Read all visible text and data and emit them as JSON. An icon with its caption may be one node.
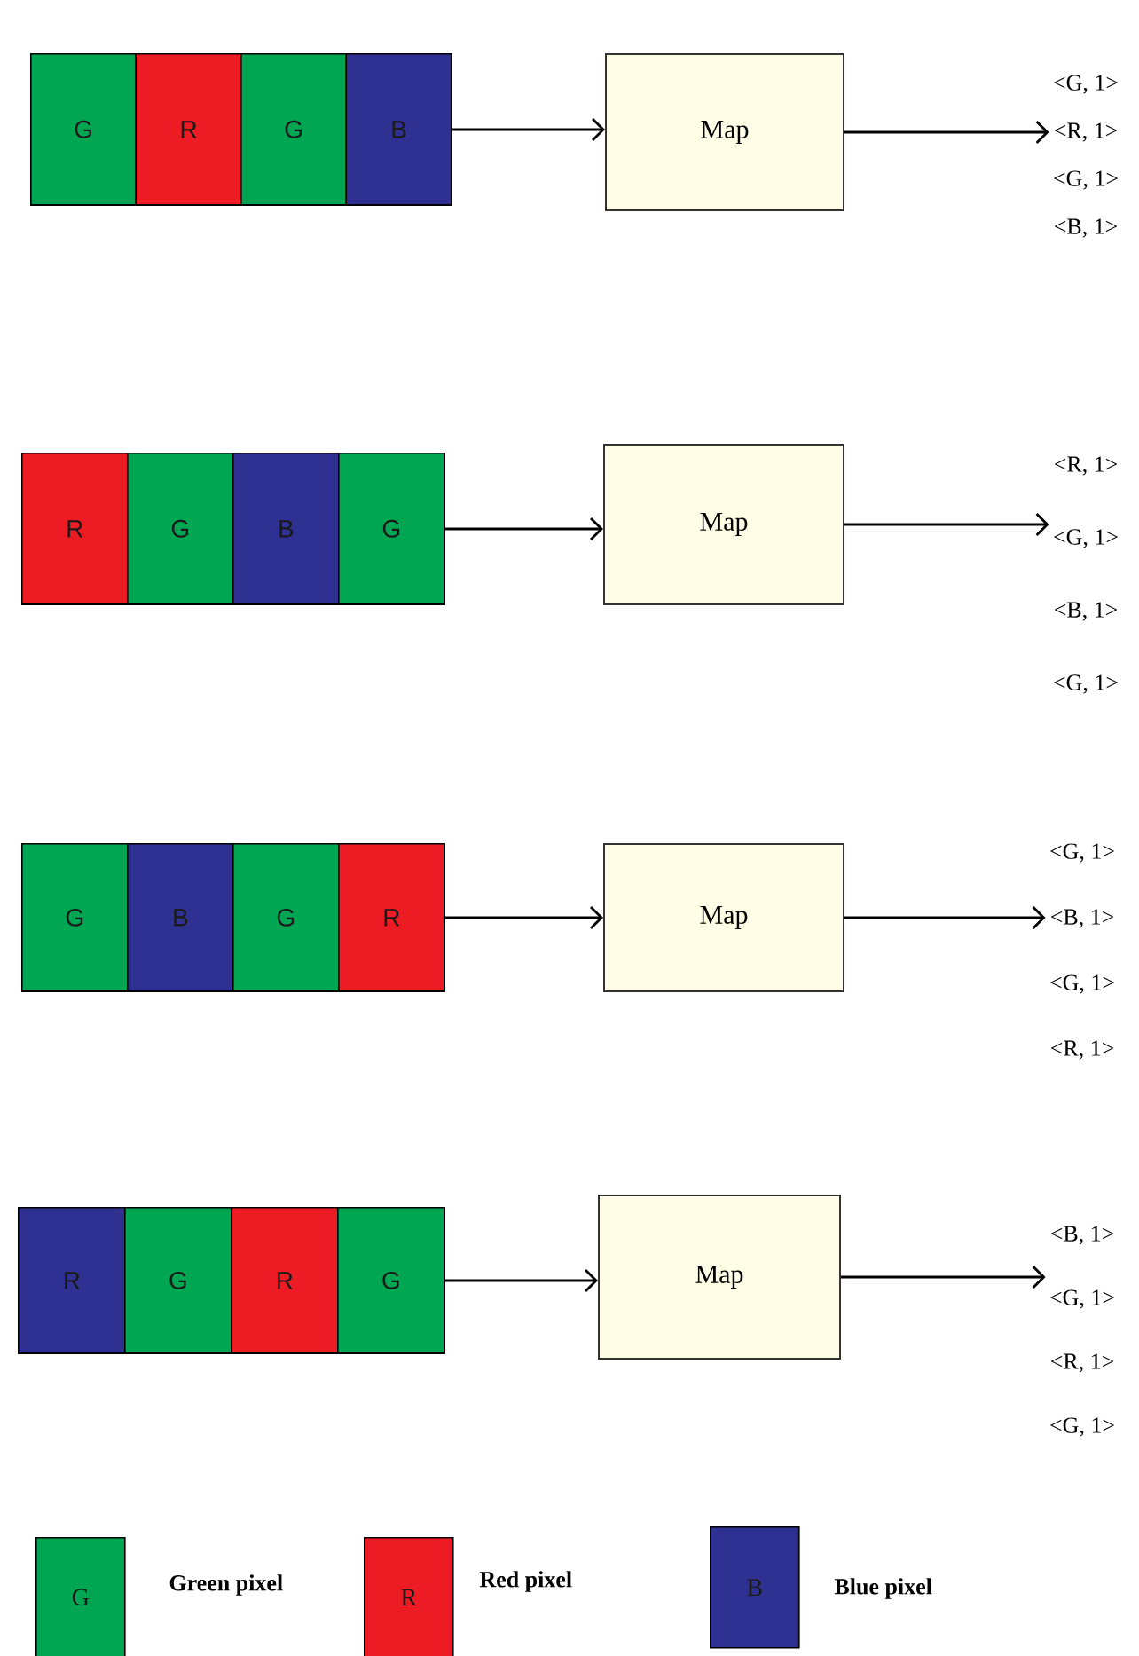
{
  "diagram": {
    "nodes": [
      {
        "text": [],
        "shape": "bar"
      },
      {
        "text": [
          "G"
        ],
        "in": 0
      },
      {
        "text": [
          "R"
        ],
        "in": 0
      },
      {
        "text": [
          "G"
        ],
        "in": 0
      },
      {
        "text": [
          "B"
        ],
        "in": 0
      },
      {
        "text": [
          "Map"
        ]
      },
      {
        "text": [
          "<G, 1>",
          "<R, 1>",
          "<G, 1>",
          "<B, 1>"
        ]
      },
      {
        "text": [],
        "shape": "bar"
      },
      {
        "text": [
          "R"
        ],
        "in": 7
      },
      {
        "text": [
          "G"
        ],
        "in": 7
      },
      {
        "text": [
          "B"
        ],
        "in": 7
      },
      {
        "text": [
          "G"
        ],
        "in": 7
      },
      {
        "text": [
          "Map"
        ]
      },
      {
        "text": [
          "<R, 1>",
          "<G, 1>",
          "<B, 1>",
          "<G, 1>"
        ]
      },
      {
        "text": [],
        "shape": "bar"
      },
      {
        "text": [
          "G"
        ],
        "in": 14
      },
      {
        "text": [
          "B"
        ],
        "in": 14
      },
      {
        "text": [
          "G"
        ],
        "in": 14
      },
      {
        "text": [
          "R"
        ],
        "in": 14
      },
      {
        "text": [
          "Map"
        ]
      },
      {
        "text": [
          "<G, 1>",
          "<B, 1>",
          "<G, 1>",
          "<R, 1>"
        ]
      },
      {
        "text": [],
        "shape": "bar"
      },
      {
        "text": [
          "R"
        ],
        "in": 21
      },
      {
        "text": [
          "G"
        ],
        "in": 21
      },
      {
        "text": [
          "R"
        ],
        "in": 21
      },
      {
        "text": [
          "G"
        ],
        "in": 21
      },
      {
        "text": [
          "Map"
        ]
      },
      {
        "text": [
          "<B, 1>",
          "<G, 1>",
          "<R, 1>",
          "<G, 1>"
        ]
      }
    ],
    "edges": [
      {
        "from": 0,
        "to": 5,
        "arrow": "to"
      },
      {
        "from": 5,
        "to": 6,
        "arrow": "to"
      },
      {
        "from": 7,
        "to": 12,
        "arrow": "to"
      },
      {
        "from": 12,
        "to": 13,
        "arrow": "to"
      },
      {
        "from": 14,
        "to": 19,
        "arrow": "to"
      },
      {
        "from": 19,
        "to": 20,
        "arrow": "to"
      },
      {
        "from": 21,
        "to": 26,
        "arrow": "to"
      },
      {
        "from": 26,
        "to": 27,
        "arrow": "to"
      }
    ],
    "labels": [
      "G",
      "R",
      "B"
    ],
    "legend": [
      {
        "text": "Green pixel",
        "color": "#00a651"
      },
      {
        "text": "Red pixel",
        "color": "#ed1c24"
      },
      {
        "text": "Blue pixel",
        "color": "#2e3192"
      }
    ]
  }
}
